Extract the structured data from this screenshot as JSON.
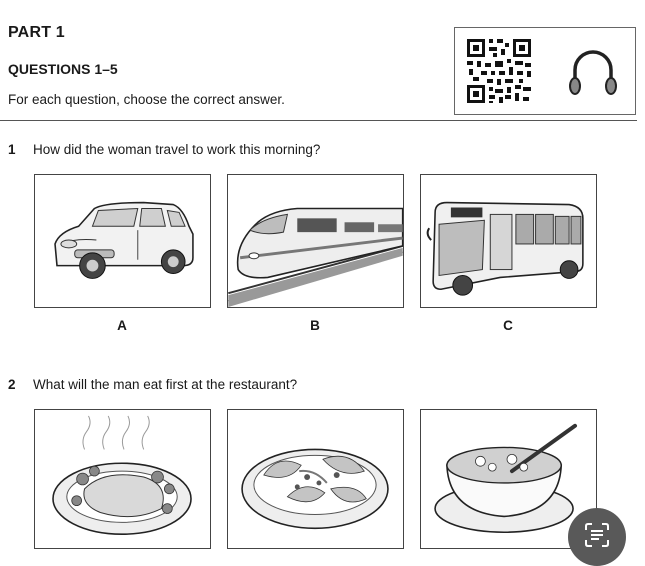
{
  "header": {
    "part": "PART 1",
    "questions": "QUESTIONS 1–5",
    "instruction": "For each question, choose the correct answer."
  },
  "audio": {
    "qr_icon": "qr-code-icon",
    "headphones_icon": "headphones-icon"
  },
  "questions": [
    {
      "number": "1",
      "text": "How did the woman travel to work this morning?",
      "options": [
        {
          "letter": "A",
          "image": "car"
        },
        {
          "letter": "B",
          "image": "high-speed train"
        },
        {
          "letter": "C",
          "image": "bus"
        }
      ]
    },
    {
      "number": "2",
      "text": "What will the man eat first at the restaurant?",
      "options": [
        {
          "image": "roast chicken plate"
        },
        {
          "image": "salad"
        },
        {
          "image": "soup"
        }
      ]
    }
  ],
  "colors": {
    "rule": "#555555",
    "scan_button": "#595959"
  },
  "scan_button": {
    "icon": "scan-text-icon"
  }
}
